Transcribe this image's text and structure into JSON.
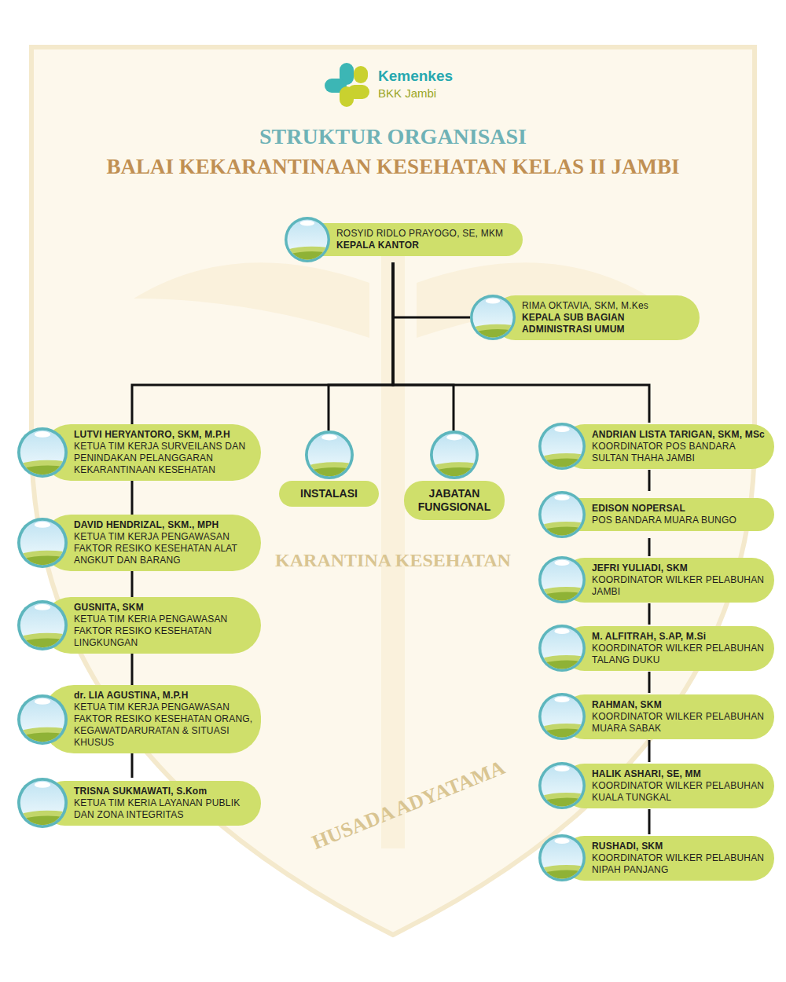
{
  "diagram": {
    "title": "STRUKTUR ORGANISASI",
    "nodes": [
      {
        "text": [
          "ROSYID RIDLO PRAYOGO, SE, MKM",
          "KEPALA KANTOR"
        ]
      },
      {
        "text": [
          "RIMA OKTAVIA, SKM, M.Kes",
          "KEPALA SUB BAGIAN ADMINISTRASI UMUM"
        ]
      },
      {
        "text": [
          "LUTVI HERYANTORO, SKM, M.P.H",
          "KETUA TIM KERJA SURVEILANS DAN PENINDAKAN PELANGGARAN KEKARANTINAAN KESEHATAN"
        ]
      },
      {
        "text": [
          "DAVID HENDRIZAL, SKM., MPH",
          "KETUA TIM KERJA PENGAWASAN FAKTOR RESIKO KESEHATAN ALAT ANGKUT DAN BARANG"
        ]
      },
      {
        "text": [
          "GUSNITA, SKM",
          "KETUA TIM KERIA PENGAWASAN FAKTOR RESIKO KESEHATAN LINGKUNGAN"
        ]
      },
      {
        "text": [
          "dr. LIA AGUSTINA, M.P.H",
          "KETUA TIM KERJA PENGAWASAN FAKTOR RESIKO KESEHATAN ORANG, KEGAWATDARURATAN & SITUASI KHUSUS"
        ]
      },
      {
        "text": [
          "TRISNA SUKMAWATI, S.Kom",
          "KETUA TIM KERIA LAYANAN PUBLIK DAN ZONA INTEGRITAS"
        ]
      },
      {
        "text": [
          "INSTALASI"
        ]
      },
      {
        "text": [
          "JABATAN FUNGSIONAL"
        ]
      },
      {
        "text": [
          "ANDRIAN LISTA TARIGAN, SKM, MSc",
          "KOORDINATOR POS BANDARA SULTAN THAHA JAMBI"
        ]
      },
      {
        "text": [
          "EDISON NOPERSAL",
          "POS BANDARA MUARA BUNGO"
        ]
      },
      {
        "text": [
          "JEFRI YULIADI, SKM",
          "KOORDINATOR WILKER PELABUHAN JAMBI"
        ]
      },
      {
        "text": [
          "M. ALFITRAH, S.AP, M.Si",
          "KOORDINATOR WILKER PELABUHAN TALANG DUKU"
        ]
      },
      {
        "text": [
          "RAHMAN, SKM",
          "KOORDINATOR WILKER PELABUHAN MUARA SABAK"
        ]
      },
      {
        "text": [
          "HALIK ASHARI, SE, MM",
          "KOORDINATOR WILKER PELABUHAN KUALA TUNGKAL"
        ]
      },
      {
        "text": [
          "RUSHADI, SKM",
          "KOORDINATOR WILKER PELABUHAN NIPAH PANJANG"
        ]
      }
    ],
    "edges": [
      {
        "from": 0,
        "to": 1,
        "arrow": "none"
      },
      {
        "from": 0,
        "to": 2,
        "arrow": "none"
      },
      {
        "from": 0,
        "to": 7,
        "arrow": "none"
      },
      {
        "from": 0,
        "to": 8,
        "arrow": "none"
      },
      {
        "from": 0,
        "to": 9,
        "arrow": "none"
      },
      {
        "from": 2,
        "to": 3,
        "arrow": "none"
      },
      {
        "from": 3,
        "to": 4,
        "arrow": "none"
      },
      {
        "from": 4,
        "to": 5,
        "arrow": "none"
      },
      {
        "from": 5,
        "to": 6,
        "arrow": "none"
      },
      {
        "from": 9,
        "to": 10,
        "arrow": "none"
      },
      {
        "from": 10,
        "to": 11,
        "arrow": "none"
      },
      {
        "from": 11,
        "to": 12,
        "arrow": "none"
      },
      {
        "from": 12,
        "to": 13,
        "arrow": "none"
      },
      {
        "from": 13,
        "to": 14,
        "arrow": "none"
      },
      {
        "from": 14,
        "to": 15,
        "arrow": "none"
      }
    ],
    "labels": [
      "Kemenkes",
      "BKK Jambi",
      "BALAI KEKARANTINAAN KESEHATAN KELAS II JAMBI",
      "KARANTINA KESEHATAN",
      "HUSADA ADYATAMA"
    ]
  }
}
